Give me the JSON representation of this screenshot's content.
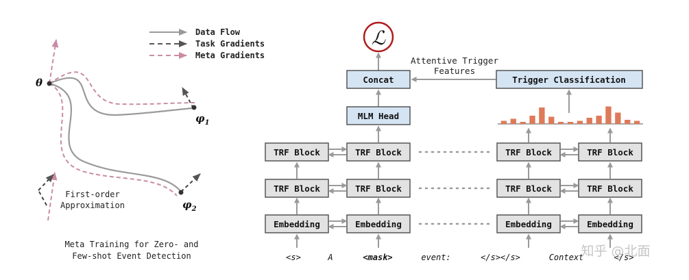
{
  "meta_training": {
    "theta_label": "θ",
    "phi1_label": "φ",
    "phi1_sub": "1",
    "phi2_label": "φ",
    "phi2_sub": "2",
    "legend": {
      "data_flow": "Data Flow",
      "task_gradients": "Task Gradients",
      "meta_gradients": "Meta Gradients"
    },
    "approx_line1": "First-order",
    "approx_line2": "Approximation",
    "caption_line1": "Meta Training for Zero- and",
    "caption_line2": "Few-shot Event Detection",
    "colors": {
      "data_flow": "#9a9a9a",
      "task": "#555555",
      "meta": "#c98ca5"
    }
  },
  "model": {
    "loss_symbol": "ℒ",
    "concat_label": "Concat",
    "mlm_head_label": "MLM Head",
    "trigger_classification_label": "Trigger Classification",
    "attentive_line1": "Attentive Trigger",
    "attentive_line2": "Features",
    "trf_label": "TRF Block",
    "embedding_label": "Embedding",
    "tokens": [
      "<s>",
      "A",
      "<mask>",
      "event:",
      "</s></s>",
      "Context",
      "</s>"
    ],
    "histogram": [
      0.15,
      0.25,
      0.1,
      0.4,
      0.8,
      0.35,
      0.1,
      0.1,
      0.15,
      0.3,
      0.4,
      0.85,
      0.55,
      0.2,
      0.15
    ],
    "colors": {
      "loss": "#b01c1c",
      "head_fill": "#d5e4f3",
      "block_fill": "#e2e2e2",
      "bar": "#de7a59"
    }
  },
  "watermark": "知乎 @北面"
}
